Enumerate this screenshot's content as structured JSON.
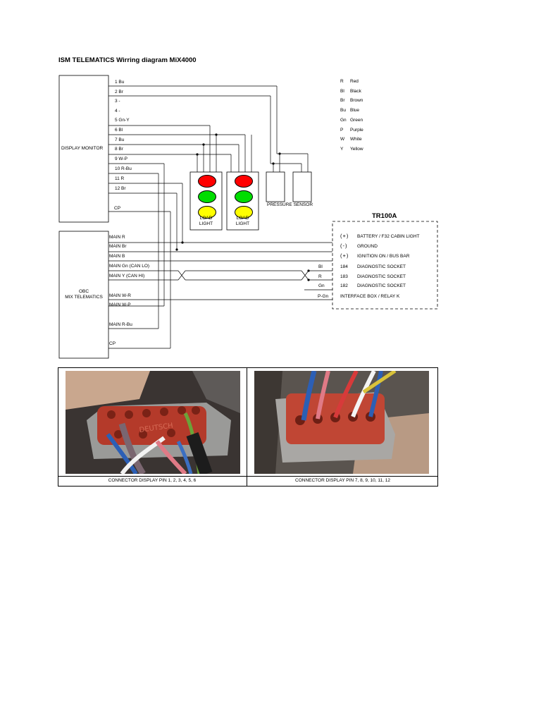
{
  "title": "ISM TELEMATICS Wirring diagram MiX4000",
  "display_monitor": {
    "label": "DISPLAY MONITOR",
    "pins": [
      "1 Bu",
      "2 Br",
      "3  -",
      "4  -",
      "5 Gn-Y",
      "6 Bl",
      "7 Bu",
      "8 Br",
      "9  W-P",
      "10 R-Bu",
      "11 R",
      "12 Br"
    ],
    "cp": "CP"
  },
  "obc": {
    "label_line1": "OBC",
    "label_line2": "MIX TELEMATICS",
    "lines": [
      "MAIN R",
      "MAIN Br",
      "MAIN B",
      "MAIN Gn (CAN LO)",
      "MAIN Y (CAN HI)",
      "MAIN W-R",
      "MAIN W-P",
      "MAIN R-Bu",
      "CP"
    ]
  },
  "legend": [
    {
      "code": "R",
      "name": "Red"
    },
    {
      "code": "Bl",
      "name": "Black"
    },
    {
      "code": "Br",
      "name": "Brown"
    },
    {
      "code": "Bu",
      "name": "Blue"
    },
    {
      "code": "Gn",
      "name": "Green"
    },
    {
      "code": "P",
      "name": "Purple"
    },
    {
      "code": "W",
      "name": "White"
    },
    {
      "code": "Y",
      "name": "Yellow"
    }
  ],
  "load_light": {
    "label_line1": "LOAD",
    "label_line2": "LIGHT",
    "lamp_colors": [
      "#ff0000",
      "#00dd00",
      "#ffff00"
    ]
  },
  "pressure_sensor": {
    "label": "PRESSURE SENSOR"
  },
  "tr100a": {
    "title": "TR100A",
    "rows": [
      {
        "sign": "(+)",
        "text": "BATTERY / F32 CABIN LIGHT"
      },
      {
        "sign": "(-)",
        "text": "GROUND"
      },
      {
        "sign": "(+)",
        "text": "IGNITION ON / BUS BAR"
      }
    ],
    "socket_rows": [
      {
        "color": "Bl",
        "pin": "184",
        "text": "DIAGNOSTIC SOCKET"
      },
      {
        "color": "R",
        "pin": "183",
        "text": "DIAGNOSTIC SOCKET"
      },
      {
        "color": "Gn",
        "pin": "182",
        "text": "DIAGNOSTIC SOCKET"
      }
    ],
    "interface": {
      "color": "P-Gn",
      "text": "INTERFACE BOX / RELAY K"
    }
  },
  "photos": {
    "left_caption": "CONNECTOR DISPLAY PIN 1, 2, 3, 4, 5, 6",
    "right_caption": "CONNECTOR DISPLAY PIN 7, 8, 9, 10, 11, 12",
    "left_stamp": "DEUTSCH"
  }
}
